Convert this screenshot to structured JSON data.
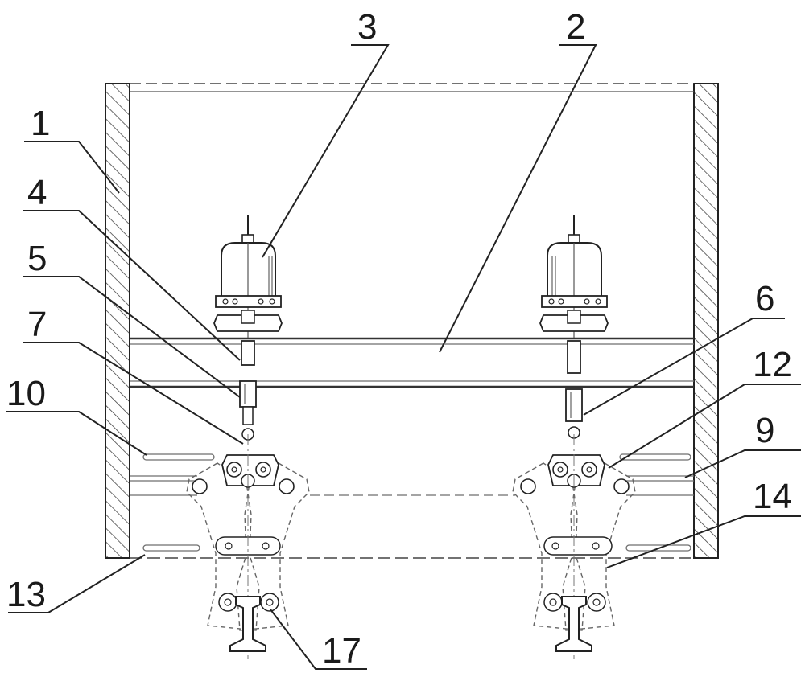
{
  "figure": {
    "description_free": true,
    "labels": [
      {
        "id": "1",
        "text": "1"
      },
      {
        "id": "2",
        "text": "2"
      },
      {
        "id": "3",
        "text": "3"
      },
      {
        "id": "4",
        "text": "4"
      },
      {
        "id": "5",
        "text": "5"
      },
      {
        "id": "6",
        "text": "6"
      },
      {
        "id": "7",
        "text": "7"
      },
      {
        "id": "9",
        "text": "9"
      },
      {
        "id": "10",
        "text": "10"
      },
      {
        "id": "12",
        "text": "12"
      },
      {
        "id": "13",
        "text": "13"
      },
      {
        "id": "14",
        "text": "14"
      },
      {
        "id": "17",
        "text": "17"
      }
    ]
  }
}
